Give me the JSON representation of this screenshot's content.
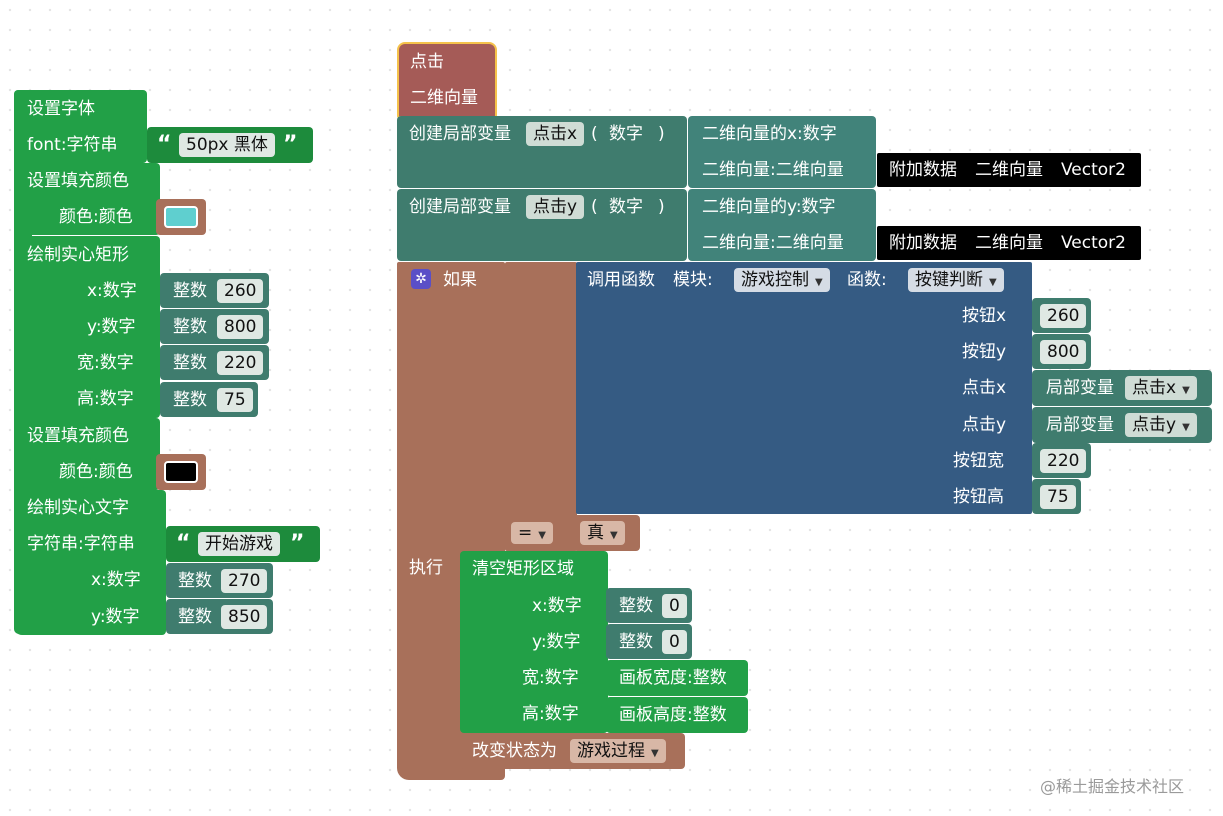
{
  "left": {
    "set_font": "设置字体",
    "font_label": "font:字符串",
    "font_value": "50px 黑体",
    "set_fill_1": "设置填充颜色",
    "color_label_1": "颜色:颜色",
    "color_1": "#5fcfcf",
    "draw_rect": "绘制实心矩形",
    "rect_x_label": "x:数字",
    "rect_y_label": "y:数字",
    "rect_w_label": "宽:数字",
    "rect_h_label": "高:数字",
    "int_word": "整数",
    "rect_x": "260",
    "rect_y": "800",
    "rect_w": "220",
    "rect_h": "75",
    "set_fill_2": "设置填充颜色",
    "color_label_2": "颜色:颜色",
    "color_2": "#000000",
    "draw_text": "绘制实心文字",
    "text_label": "字符串:字符串",
    "text_value": "开始游戏",
    "text_x_label": "x:数字",
    "text_y_label": "y:数字",
    "text_x": "270",
    "text_y": "850"
  },
  "event": {
    "line1": "点击",
    "line2": "二维向量"
  },
  "var1": {
    "create": "创建局部变量",
    "name": "点击x",
    "open": "(",
    "type": "数字",
    "close": ")",
    "getter": "二维向量的x:数字",
    "param": "二维向量:二维向量",
    "attach": "附加数据",
    "attach_type": "二维向量",
    "attach_class": "Vector2"
  },
  "var2": {
    "create": "创建局部变量",
    "name": "点击y",
    "open": "(",
    "type": "数字",
    "close": ")",
    "getter": "二维向量的y:数字",
    "param": "二维向量:二维向量",
    "attach": "附加数据",
    "attach_type": "二维向量",
    "attach_class": "Vector2"
  },
  "ifblock": {
    "if_label": "如果",
    "do_label": "执行",
    "call": "调用函数",
    "module_label": "模块:",
    "module_value": "游戏控制",
    "func_label": "函数:",
    "func_value": "按键判断",
    "btn_x_label": "按钮x",
    "btn_y_label": "按钮y",
    "click_x_label": "点击x",
    "click_y_label": "点击y",
    "btn_w_label": "按钮宽",
    "btn_h_label": "按钮高",
    "btn_x": "260",
    "btn_y": "800",
    "local_var": "局部变量",
    "click_x_var": "点击x",
    "click_y_var": "点击y",
    "btn_w": "220",
    "btn_h": "75",
    "op": "=",
    "true_value": "真",
    "clear_rect": "清空矩形区域",
    "cx_label": "x:数字",
    "cy_label": "y:数字",
    "cw_label": "宽:数字",
    "ch_label": "高:数字",
    "int_word": "整数",
    "cx": "0",
    "cy": "0",
    "canvas_w": "画板宽度:整数",
    "canvas_h": "画板高度:整数",
    "change_state": "改变状态为",
    "state_value": "游戏过程"
  },
  "watermark": "@稀土掘金技术社区"
}
